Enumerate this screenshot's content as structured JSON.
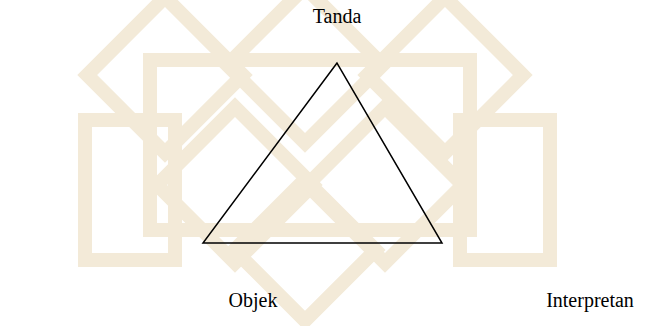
{
  "diagram": {
    "labels": [
      "Tanda",
      "Objek",
      "Interpretan"
    ]
  }
}
